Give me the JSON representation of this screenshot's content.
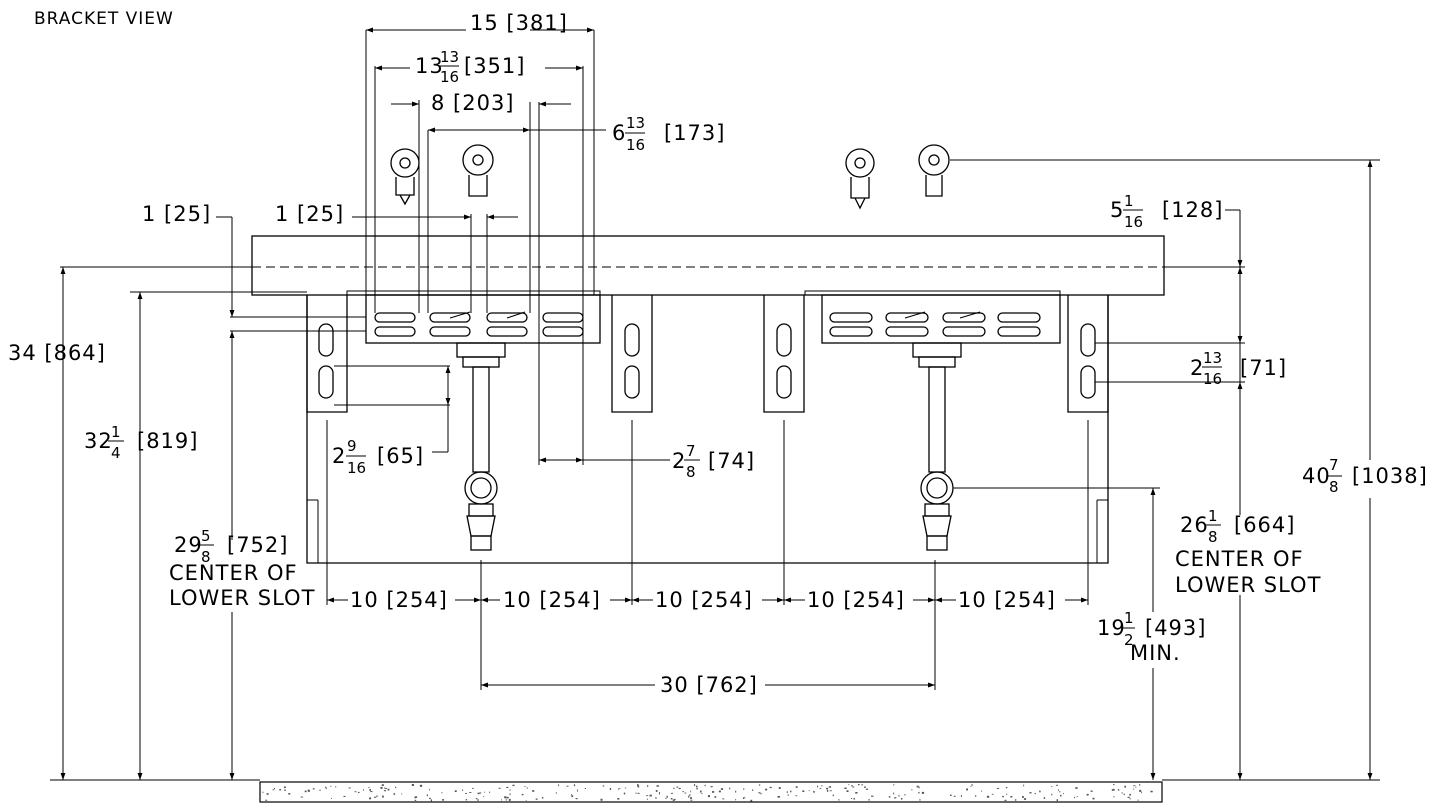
{
  "title": "BRACKET VIEW",
  "dims": {
    "overall_slot_span": "15 [381]",
    "inner_slot_span": {
      "whole": "13",
      "num": "13",
      "den": "16",
      "rest": "[351]"
    },
    "bracket_spacing": "8 [203]",
    "slot_offset": {
      "whole": "6",
      "num": "13",
      "den": "16",
      "rest": "[173]"
    },
    "left_edge": "1 [25]",
    "slot_width": "1 [25]",
    "rim_offset": {
      "whole": "5",
      "num": "1",
      "den": "16",
      "rest": "[128]"
    },
    "overall_height": "34 [864]",
    "rim_height": {
      "whole": "32",
      "num": "1",
      "den": "4",
      "rest": "[819]"
    },
    "slot_gap": {
      "whole": "2",
      "num": "9",
      "den": "16",
      "rest": "[65]"
    },
    "slot_center_left": {
      "whole": "29",
      "num": "5",
      "den": "8",
      "rest": "[752]",
      "l1": "CENTER OF",
      "l2": "LOWER SLOT"
    },
    "slot_spacing_right": {
      "whole": "2",
      "num": "13",
      "den": "16",
      "rest": "[71]"
    },
    "slot_center_right": {
      "whole": "26",
      "num": "1",
      "den": "8",
      "rest": "[664]",
      "l1": "CENTER OF",
      "l2": "LOWER SLOT"
    },
    "valve_height": {
      "whole": "40",
      "num": "7",
      "den": "8",
      "rest": "[1038]"
    },
    "drain_gap": {
      "whole": "2",
      "num": "7",
      "den": "8",
      "rest": "[74]"
    },
    "bracket_pitch": [
      "10 [254]",
      "10 [254]",
      "10 [254]",
      "10 [254]",
      "10 [254]"
    ],
    "drain_spacing": "30 [762]",
    "drain_height": {
      "whole": "19",
      "num": "1",
      "den": "2",
      "rest": "[493]",
      "l1": "MIN."
    }
  }
}
